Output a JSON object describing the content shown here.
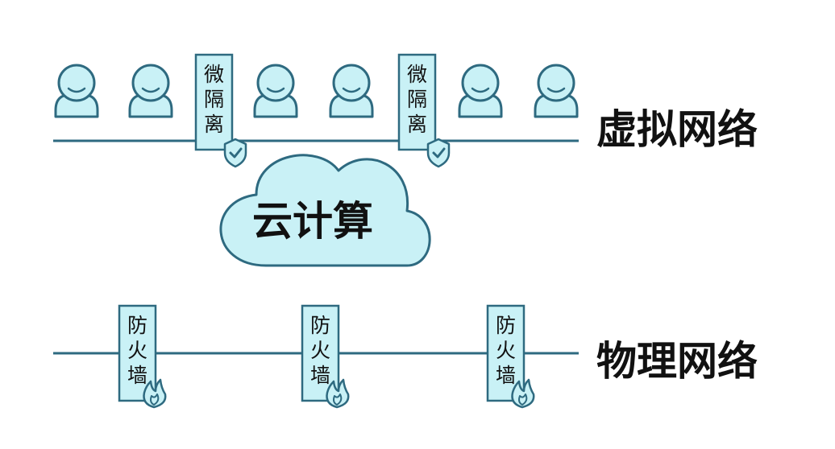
{
  "colors": {
    "stroke": "#2e6a80",
    "fill": "#c9f1f6",
    "text": "#111111",
    "background": "#ffffff"
  },
  "virtual_network": {
    "label": "虚拟网络",
    "user_count": 6,
    "user_icon": "user-icon",
    "micro_isolation": [
      {
        "label": "微隔离",
        "icon": "shield-check-icon"
      },
      {
        "label": "微隔离",
        "icon": "shield-check-icon"
      }
    ]
  },
  "cloud": {
    "label": "云计算",
    "icon": "cloud-icon"
  },
  "physical_network": {
    "label": "物理网络",
    "firewalls": [
      {
        "label": "防火墙",
        "icon": "flame-icon"
      },
      {
        "label": "防火墙",
        "icon": "flame-icon"
      },
      {
        "label": "防火墙",
        "icon": "flame-icon"
      }
    ]
  }
}
